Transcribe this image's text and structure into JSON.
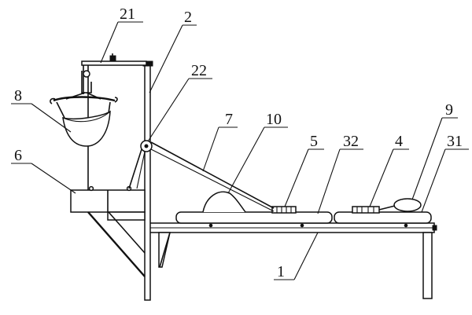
{
  "diagram": {
    "labels": {
      "l21": "21",
      "l2": "2",
      "l22": "22",
      "l8": "8",
      "l7": "7",
      "l10": "10",
      "l5": "5",
      "l32": "32",
      "l4": "4",
      "l9": "9",
      "l31": "31",
      "l6": "6",
      "l1": "1"
    },
    "colors": {
      "ink": "#111111",
      "paper": "#ffffff"
    }
  }
}
